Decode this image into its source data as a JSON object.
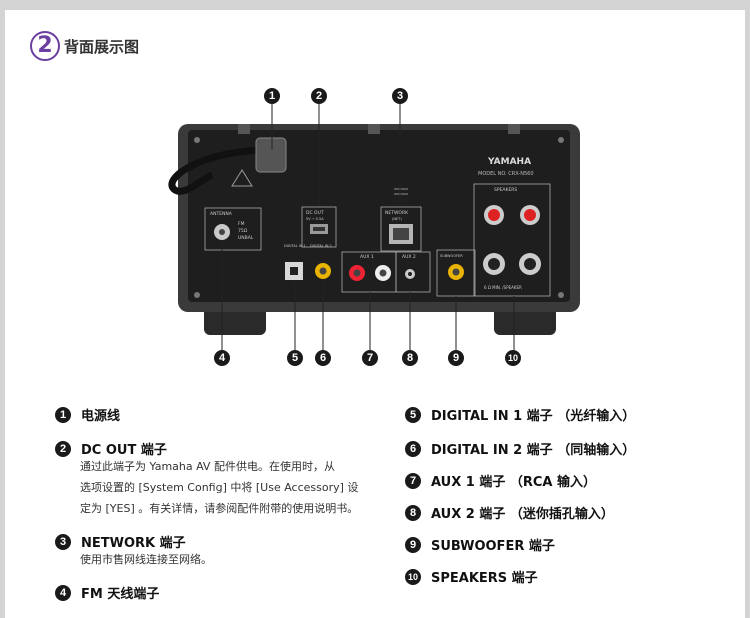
{
  "header": {
    "number": "2",
    "title": "背面展示图"
  },
  "device": {
    "brand": "YAMAHA",
    "model": "MODEL NO.  CRX-N560",
    "panel_labels": {
      "antenna": "ANTENNA",
      "fm": "FM",
      "ohm": "75Ω",
      "unbal": "UNBAL",
      "dc_out": "DC OUT",
      "dc_spec": "5V ⎓ 0.5A",
      "network": "NETWORK",
      "net": "(NET)",
      "digital_in1": "DIGITAL IN 1",
      "digital_in2": "DIGITAL IN 2",
      "aux1": "AUX 1",
      "aux2": "AUX 2",
      "subwoofer": "SUBWOOFER",
      "speakers": "SPEAKERS",
      "speaker_spec": "6 Ω MIN. /SPEAKER"
    }
  },
  "callouts": [
    "1",
    "2",
    "3",
    "4",
    "5",
    "6",
    "7",
    "8",
    "9",
    "10"
  ],
  "legend_left": [
    {
      "num": "1",
      "label": "电源线"
    },
    {
      "num": "2",
      "label": "DC OUT 端子",
      "desc": [
        "通过此端子为 Yamaha AV 配件供电。在使用时，从",
        "选项设置的 [System Config] 中将 [Use Accessory] 设",
        "定为 [YES] 。有关详情，请参阅配件附带的使用说明书。"
      ]
    },
    {
      "num": "3",
      "label": "NETWORK 端子",
      "desc": [
        "使用市售网线连接至网络。"
      ]
    },
    {
      "num": "4",
      "label": "FM 天线端子"
    }
  ],
  "legend_right": [
    {
      "num": "5",
      "label": "DIGITAL IN 1 端子 （光纤输入）"
    },
    {
      "num": "6",
      "label": "DIGITAL IN 2 端子 （同轴输入）"
    },
    {
      "num": "7",
      "label": "AUX 1 端子 （RCA 输入）"
    },
    {
      "num": "8",
      "label": "AUX 2 端子 （迷你插孔输入）"
    },
    {
      "num": "9",
      "label": "SUBWOOFER 端子"
    },
    {
      "num": "10",
      "label": "SPEAKERS 端子"
    }
  ]
}
